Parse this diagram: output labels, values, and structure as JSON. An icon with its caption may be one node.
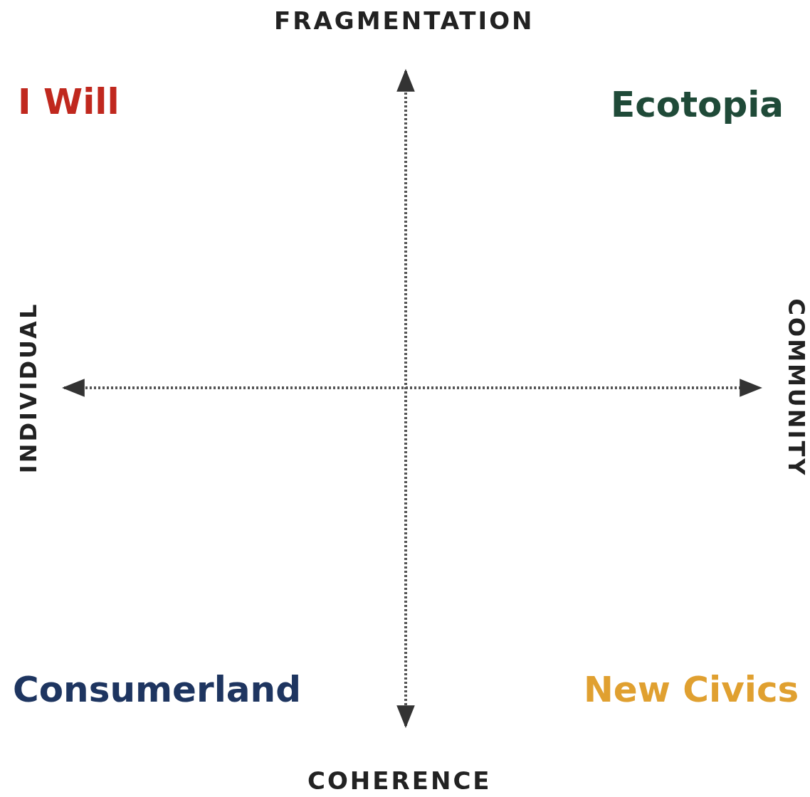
{
  "diagram": {
    "labels": [
      "FRAGMENTATION",
      "I Will",
      "Ecotopia",
      "INDIVIDUAL",
      "COMMUNITY",
      "Consumerland",
      "New Civics",
      "COHERENCE"
    ]
  }
}
